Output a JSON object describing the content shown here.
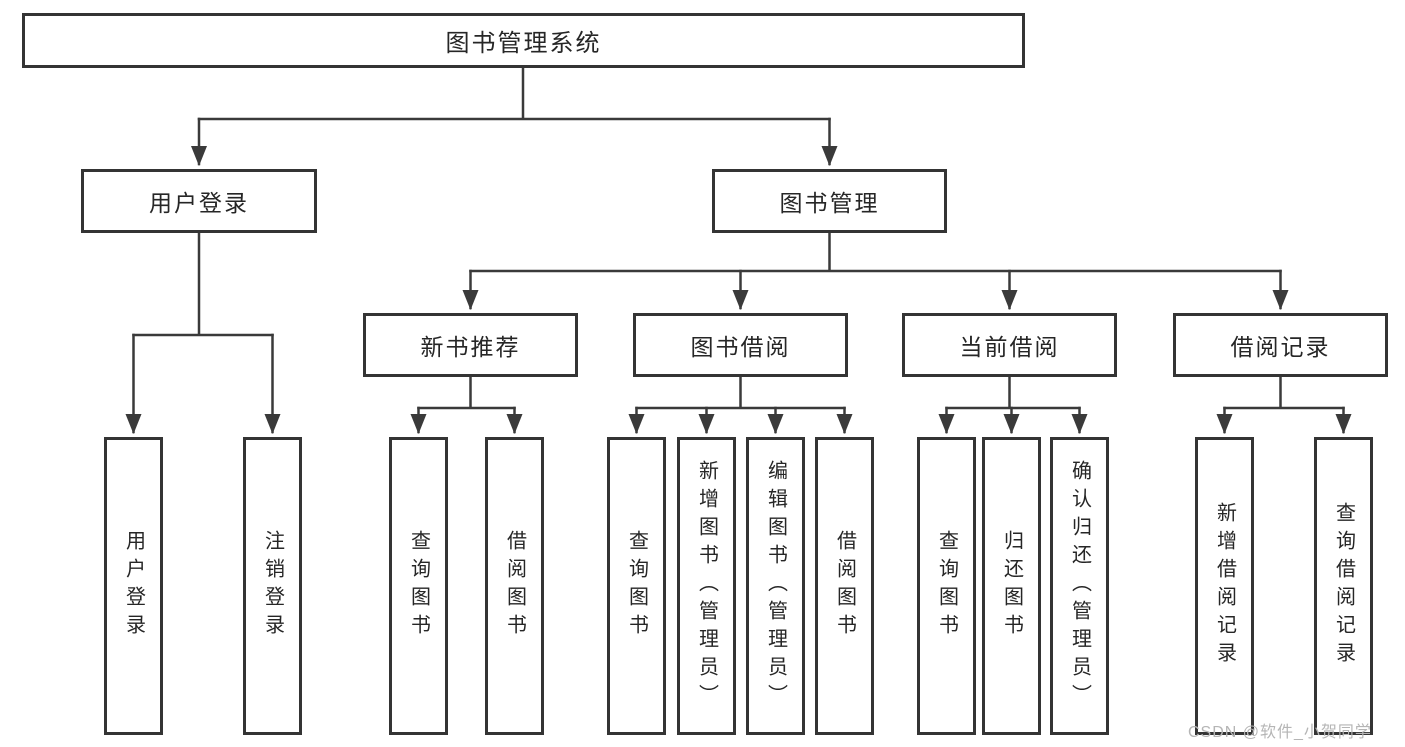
{
  "page": {
    "watermark": "CSDN @软件_小贺同学"
  },
  "colors": {
    "line": "#3a3a3a",
    "text": "#262626",
    "node_border": "#343434",
    "node_fill": "#ffffff",
    "background": "#ffffff",
    "watermark": "#b5b5b5"
  },
  "tree": {
    "root": {
      "label": "图书管理系统",
      "children": [
        {
          "label": "用户登录",
          "children": [
            {
              "label": "用户登录"
            },
            {
              "label": "注销登录"
            }
          ]
        },
        {
          "label": "图书管理",
          "children": [
            {
              "label": "新书推荐",
              "children": [
                {
                  "label": "查询图书"
                },
                {
                  "label": "借阅图书"
                }
              ]
            },
            {
              "label": "图书借阅",
              "children": [
                {
                  "label": "查询图书"
                },
                {
                  "label": "新增图书（管理员）"
                },
                {
                  "label": "编辑图书（管理员）"
                },
                {
                  "label": "借阅图书"
                }
              ]
            },
            {
              "label": "当前借阅",
              "children": [
                {
                  "label": "查询图书"
                },
                {
                  "label": "归还图书"
                },
                {
                  "label": "确认归还（管理员）"
                }
              ]
            },
            {
              "label": "借阅记录",
              "children": [
                {
                  "label": "新增借阅记录"
                },
                {
                  "label": "查询借阅记录"
                }
              ]
            }
          ]
        }
      ]
    }
  }
}
